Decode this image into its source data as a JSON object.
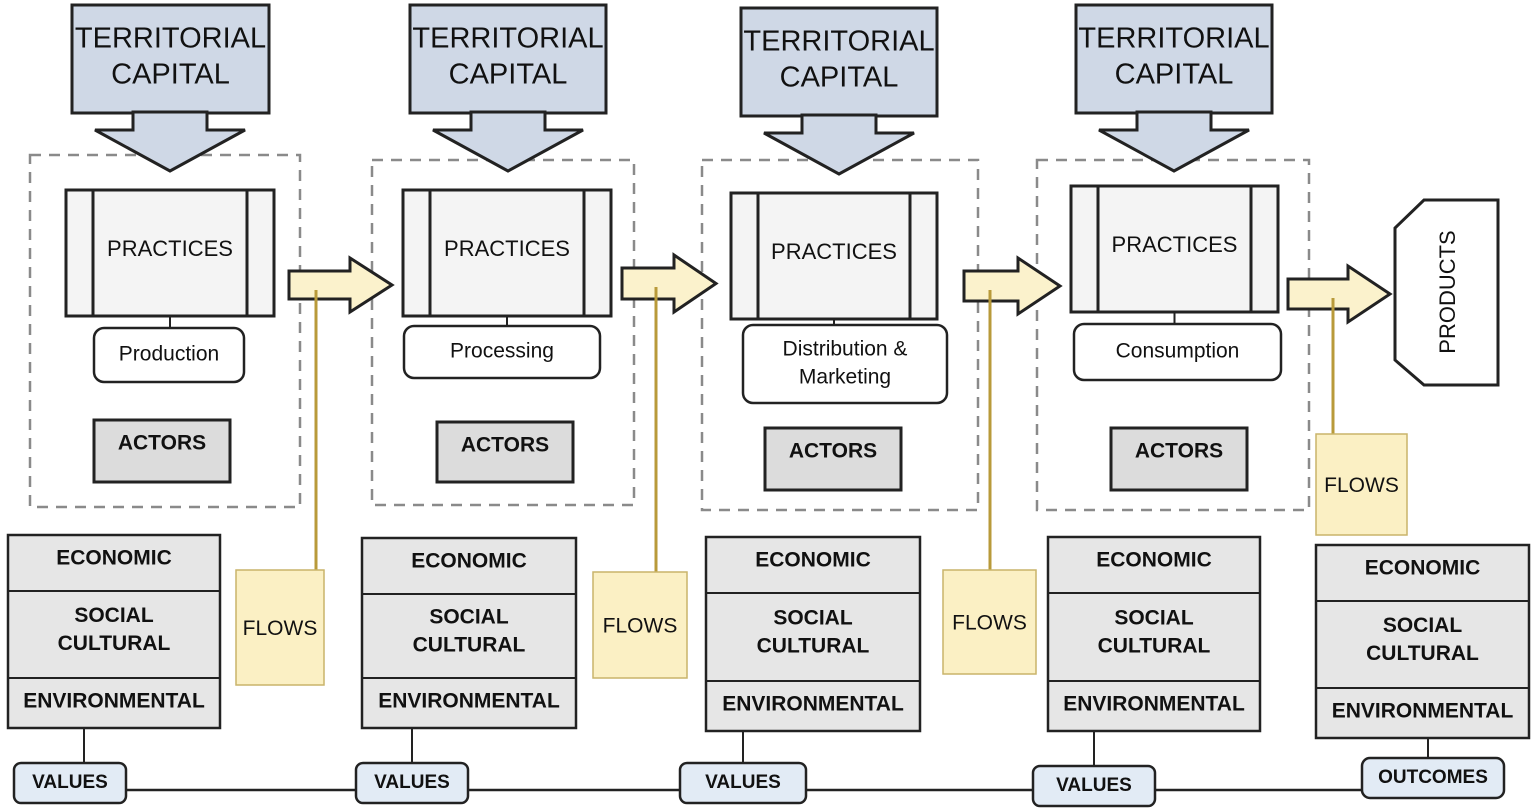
{
  "colors": {
    "capital_fill": "#cfd8e6",
    "arrow_fill": "#fbf2cc",
    "flow_fill": "#fbf0c4",
    "flow_line": "#b89a3a",
    "dim_fill": "#e6e6e6",
    "actor_fill": "#dcdcdc",
    "value_fill": "#e2ebf5",
    "stroke": "#222222",
    "dash": "#8a8a8a"
  },
  "stages": [
    {
      "capital": [
        "TERRITORIAL",
        "CAPITAL"
      ],
      "practices": "PRACTICES",
      "stage": [
        "Production"
      ],
      "actors": "ACTORS",
      "economic": "ECONOMIC",
      "social": [
        "SOCIAL",
        "CULTURAL"
      ],
      "environmental": "ENVIRONMENTAL",
      "value": "VALUES"
    },
    {
      "capital": [
        "TERRITORIAL",
        "CAPITAL"
      ],
      "practices": "PRACTICES",
      "stage": [
        "Processing"
      ],
      "actors": "ACTORS",
      "economic": "ECONOMIC",
      "social": [
        "SOCIAL",
        "CULTURAL"
      ],
      "environmental": "ENVIRONMENTAL",
      "value": "VALUES"
    },
    {
      "capital": [
        "TERRITORIAL",
        "CAPITAL"
      ],
      "practices": "PRACTICES",
      "stage": [
        "Distribution &",
        "Marketing"
      ],
      "actors": "ACTORS",
      "economic": "ECONOMIC",
      "social": [
        "SOCIAL",
        "CULTURAL"
      ],
      "environmental": "ENVIRONMENTAL",
      "value": "VALUES"
    },
    {
      "capital": [
        "TERRITORIAL",
        "CAPITAL"
      ],
      "practices": "PRACTICES",
      "stage": [
        "Consumption"
      ],
      "actors": "ACTORS",
      "economic": "ECONOMIC",
      "social": [
        "SOCIAL",
        "CULTURAL"
      ],
      "environmental": "ENVIRONMENTAL",
      "value": "VALUES"
    }
  ],
  "flows": [
    "FLOWS",
    "FLOWS",
    "FLOWS",
    "FLOWS"
  ],
  "products": "PRODUCTS",
  "outcomes": {
    "economic": "ECONOMIC",
    "social": [
      "SOCIAL",
      "CULTURAL"
    ],
    "environmental": "ENVIRONMENTAL",
    "label": "OUTCOMES"
  }
}
